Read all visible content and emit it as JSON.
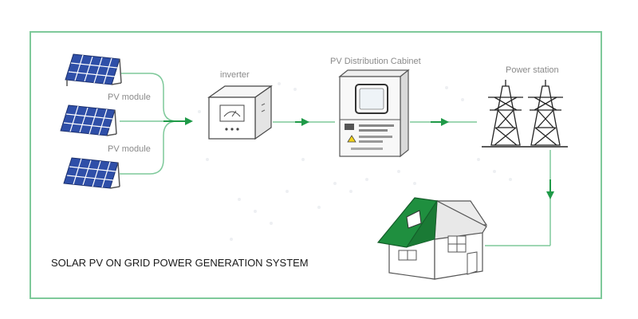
{
  "diagram": {
    "title": "SOLAR PV ON GRID POWER GENERATION SYSTEM",
    "labels": {
      "inverter": "inverter",
      "cabinet": "PV Distribution Cabinet",
      "power_station": "Power station",
      "pv_module_1": "PV module",
      "pv_module_2": "PV module"
    },
    "colors": {
      "frame": "#7ec99a",
      "flow_line": "#7ec99a",
      "arrow": "#1f9a48",
      "roof": "#1f8f3f",
      "panel_cell": "#2f4fa8",
      "label": "#8a8a8a",
      "title": "#1a1a1a"
    }
  }
}
